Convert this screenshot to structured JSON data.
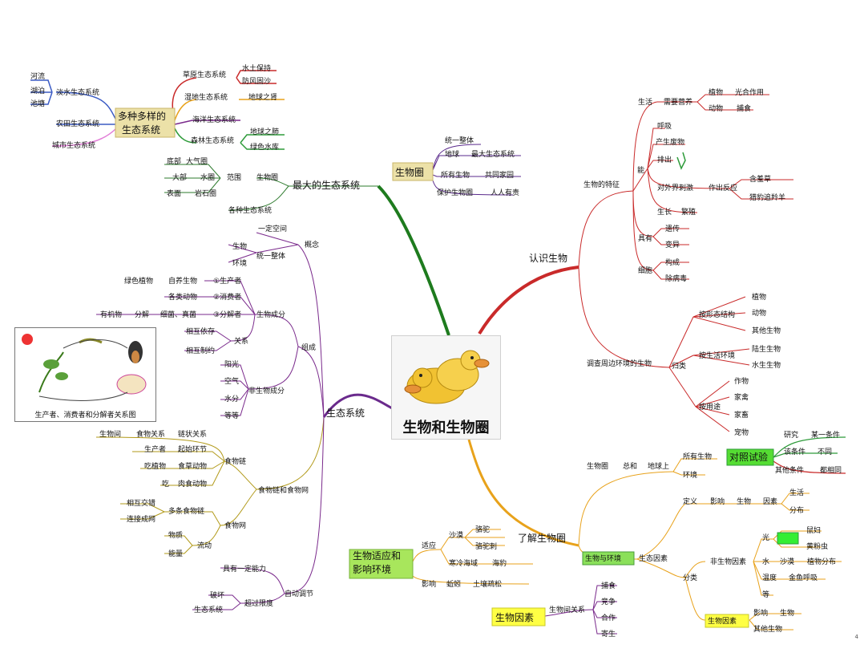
{
  "center": {
    "title": "生物和生物圈"
  },
  "photo_caption": "生产者、消费者和分解者关系图",
  "corner_mark": "4",
  "colors": {
    "red": "#d92f2f",
    "green": "#2e9b3a",
    "purple": "#7a2a8c",
    "orange": "#e8a21b",
    "darkgreen": "#1e6f1e",
    "pink": "#e27fd8",
    "blue": "#3b5bc4"
  },
  "nodes": [
    "多种多样的",
    "生态系统",
    "淡水生态系统",
    "河流",
    "湖泊",
    "池塘",
    "农田生态系统",
    "城市生态系统",
    "草原生态系统",
    "水土保持",
    "防风固沙",
    "湿地生态系统",
    "地球之肾",
    "海洋生态系统",
    "森林生态系统",
    "地球之肺",
    "绿色水库",
    "最大的生态系统",
    "底部",
    "大气圈",
    "大部",
    "水圈",
    "表面",
    "岩石圈",
    "范围",
    "生物圈",
    "各种生态系统",
    "生物圈",
    "统一整体",
    "地球",
    "最大生态系统",
    "所有生物",
    "共同家园",
    "保护生物圈",
    "人人有责",
    "生态系统",
    "概念",
    "一定空间",
    "生物",
    "环境",
    "统一整体",
    "组成",
    "生物成分",
    "①生产者",
    "绿色植物",
    "自养生物",
    "②消费者",
    "各类动物",
    "③分解者",
    "有机物",
    "分解",
    "细菌、真菌",
    "关系",
    "相互依存",
    "相互制约",
    "非生物成分",
    "阳光",
    "空气",
    "水分",
    "等等",
    "食物链和食物网",
    "食物链",
    "生物间",
    "食物关系",
    "链状关系",
    "生产者",
    "起始环节",
    "吃植物",
    "食草动物",
    "吃",
    "肉食动物",
    "食物网",
    "多条食物链",
    "相互交错",
    "连接成网",
    "流动",
    "物质",
    "能量",
    "自动调节",
    "具有一定能力",
    "超过限度",
    "破坏",
    "生态系统",
    "认识生物",
    "生物的特征",
    "生活",
    "需要营养",
    "植物",
    "光合作用",
    "动物",
    "捕食",
    "能",
    "呼吸",
    "产生废物",
    "排出",
    "对外界刺激",
    "作出反应",
    "含羞草",
    "猎豹追羚羊",
    "生长",
    "繁殖",
    "具有",
    "遗传",
    "变异",
    "细胞",
    "构成",
    "除病毒",
    "调查周边环境的生物",
    "归类",
    "按形态结构",
    "植物",
    "动物",
    "其他生物",
    "按生活环境",
    "陆生生物",
    "水生生物",
    "按用途",
    "作物",
    "家禽",
    "家畜",
    "宠物",
    "了解生物圈",
    "生物圈",
    "总和",
    "地球上",
    "所有生物",
    "环境",
    "对照试验",
    "研究",
    "某一条件",
    "该条件",
    "不同",
    "其他条件",
    "都相同",
    "生物与环境",
    "生态因素",
    "定义",
    "影响",
    "生物",
    "因素",
    "生活",
    "分布",
    "分类",
    "非生物因素",
    "光",
    "鼠妇",
    "黄粉虫",
    "水",
    "沙漠",
    "植物分布",
    "温度",
    "金鱼呼吸",
    "等",
    "生物因素",
    "影响",
    "生物",
    "其他生物",
    "生物因素",
    "生物间关系",
    "捕食",
    "竞争",
    "合作",
    "寄生",
    "生物适应和",
    "影响环境",
    "适应",
    "沙漠",
    "骆驼",
    "骆驼刺",
    "寒冷海域",
    "海豹",
    "影响",
    "蚯蚓",
    "土壤疏松"
  ]
}
